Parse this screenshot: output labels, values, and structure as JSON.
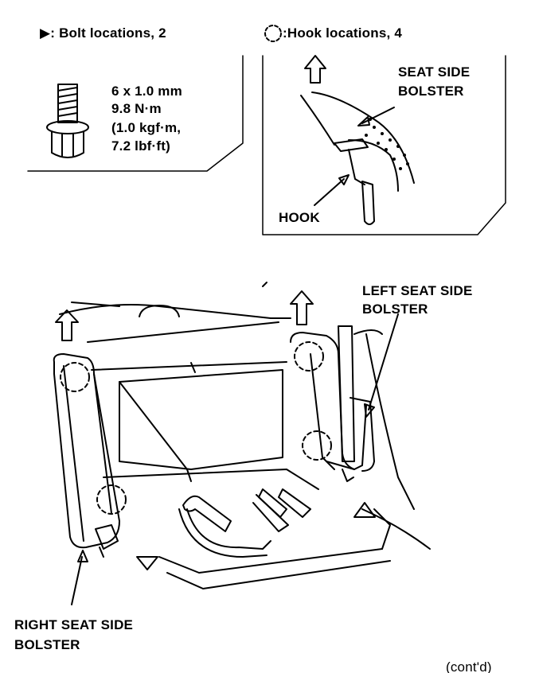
{
  "legend": {
    "bolt_symbol": "▶",
    "bolt_text": ": Bolt locations, 2",
    "hook_text": ":Hook locations, 4"
  },
  "bolt_spec": [
    "6 x 1.0 mm",
    "9.8 N·m",
    "(1.0 kgf·m,",
    "7.2 lbf·ft)"
  ],
  "detail": {
    "seat_side_bolster": [
      "SEAT SIDE",
      "BOLSTER"
    ],
    "hook": "HOOK"
  },
  "main": {
    "left_seat_side_bolster": [
      "LEFT SEAT SIDE",
      "BOLSTER"
    ],
    "right_seat_side_bolster": [
      "RIGHT SEAT SIDE",
      "BOLSTER"
    ]
  },
  "footer": "(cont'd)"
}
